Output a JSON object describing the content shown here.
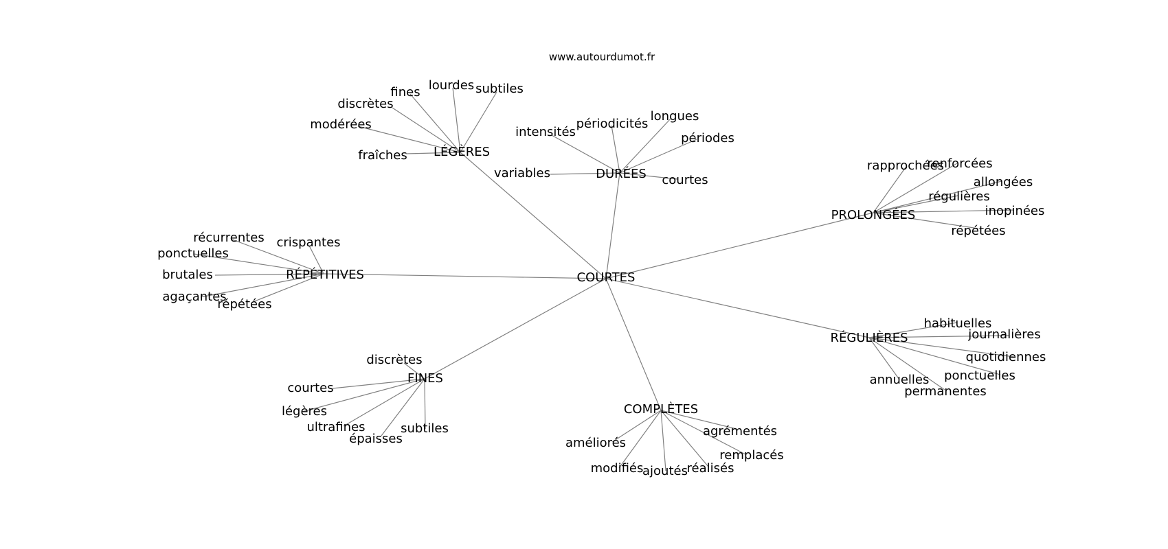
{
  "source_label": "www.autourdumot.fr",
  "colors": {
    "edge": "#808080",
    "text": "#000000",
    "background": "#ffffff"
  },
  "center": {
    "id": "courtes-center",
    "label": "COURTES"
  },
  "hubs": [
    {
      "id": "legeres",
      "label": "LÉGÈRES",
      "children": [
        "discrètes",
        "fines",
        "lourdes",
        "subtiles",
        "modérées",
        "fraîches"
      ]
    },
    {
      "id": "durees",
      "label": "DURÉES",
      "children": [
        "intensités",
        "périodicités",
        "longues",
        "périodes",
        "variables",
        "courtes"
      ]
    },
    {
      "id": "prolongees",
      "label": "PROLONGÉES",
      "children": [
        "rapprochées",
        "renforcées",
        "allongées",
        "régulières",
        "inopinées",
        "répétées"
      ]
    },
    {
      "id": "repetitives",
      "label": "RÉPÉTITIVES",
      "children": [
        "récurrentes",
        "crispantes",
        "ponctuelles",
        "brutales",
        "agaçantes",
        "répétées"
      ]
    },
    {
      "id": "regulieres",
      "label": "RÉGULIÈRES",
      "children": [
        "habituelles",
        "journalières",
        "quotidiennes",
        "ponctuelles",
        "annuelles",
        "permanentes"
      ]
    },
    {
      "id": "fines",
      "label": "FINES",
      "children": [
        "discrètes",
        "courtes",
        "légères",
        "ultrafines",
        "épaisses",
        "subtiles"
      ]
    },
    {
      "id": "completes",
      "label": "COMPLÈTES",
      "children": [
        "agrémentés",
        "améliorés",
        "remplacés",
        "modifiés",
        "ajoutés",
        "réalisés"
      ]
    }
  ]
}
